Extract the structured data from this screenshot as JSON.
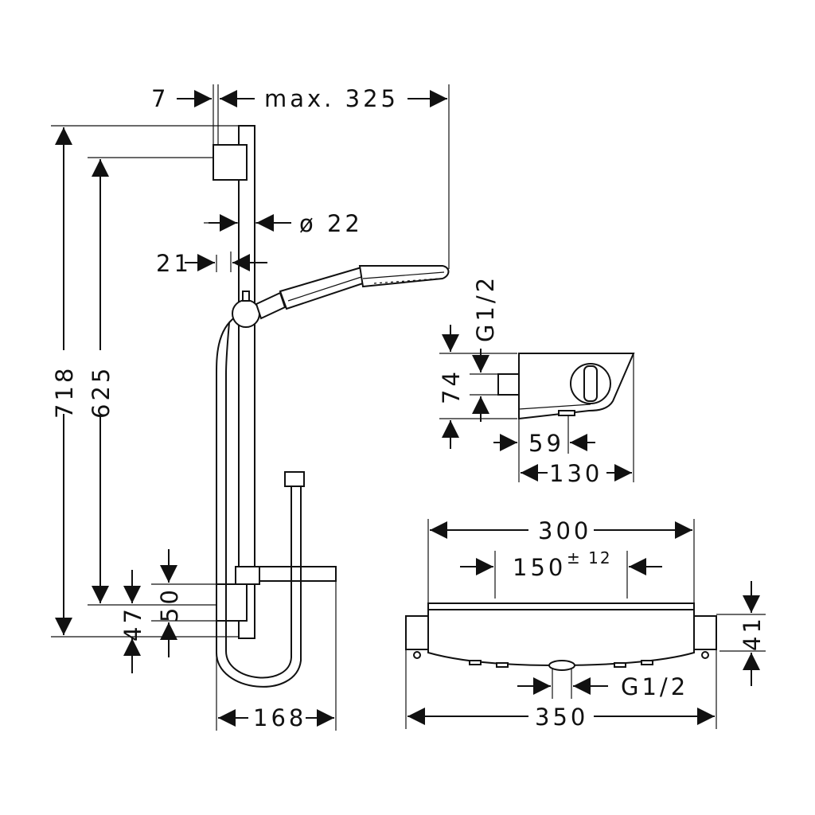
{
  "colors": {
    "ink": "#111111",
    "paper": "#ffffff"
  },
  "shower_set": {
    "labels": {
      "offset_7": "7",
      "max_325": "max. 325",
      "diameter_22": "ø 22",
      "width_21": "21",
      "height_718": "718",
      "height_625": "625",
      "height_50": "50",
      "height_47": "47",
      "width_168": "168"
    }
  },
  "thermostat_side": {
    "labels": {
      "thread": "G1/2",
      "height_74": "74",
      "depth_59": "59",
      "depth_130": "130"
    }
  },
  "thermostat_front": {
    "labels": {
      "width_300": "300",
      "centers_150": "150",
      "centers_tolerance": "± 12",
      "height_41": "41",
      "thread": "G1/2",
      "width_350": "350"
    }
  }
}
